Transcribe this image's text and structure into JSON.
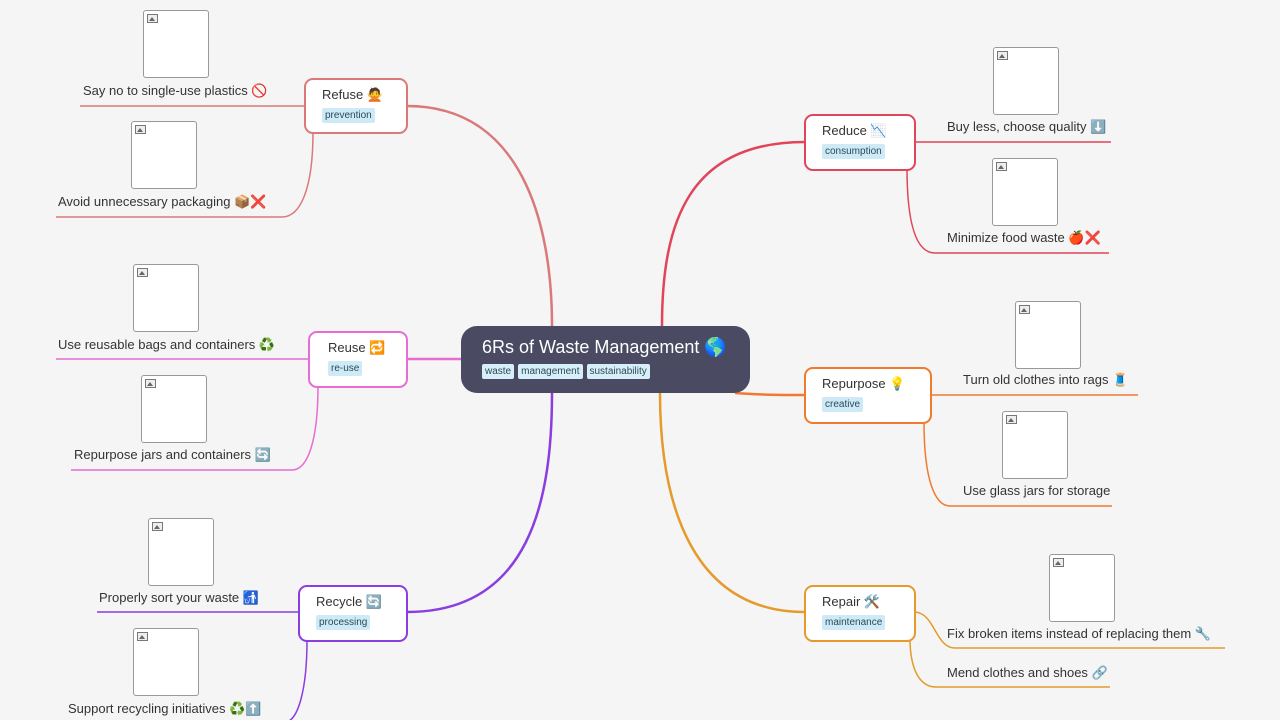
{
  "center": {
    "title": "6Rs of Waste Management 🌎",
    "tags": [
      "waste",
      "management",
      "sustainability"
    ]
  },
  "branches": [
    {
      "label": "Refuse 🙅",
      "tag": "prevention",
      "color": "#d9797a",
      "leaves": [
        "Say no to single-use plastics 🚫",
        "Avoid unnecessary packaging 📦❌"
      ]
    },
    {
      "label": "Reuse 🔁",
      "tag": "re-use",
      "color": "#e76dd3",
      "leaves": [
        "Use reusable bags and containers ♻️",
        "Repurpose jars and containers 🔄"
      ]
    },
    {
      "label": "Recycle 🔄",
      "tag": "processing",
      "color": "#8a3de0",
      "leaves": [
        "Properly sort your waste 🚮",
        "Support recycling initiatives ♻️⬆️"
      ]
    },
    {
      "label": "Reduce 📉",
      "tag": "consumption",
      "color": "#e0455a",
      "leaves": [
        "Buy less, choose quality ⬇️",
        "Minimize food waste 🍎❌"
      ]
    },
    {
      "label": "Repurpose 💡",
      "tag": "creative",
      "color": "#f07a2e",
      "leaves": [
        "Turn old clothes into rags 🧵",
        "Use glass jars for storage"
      ]
    },
    {
      "label": "Repair 🛠️",
      "tag": "maintenance",
      "color": "#e59a2b",
      "leaves": [
        "Fix broken items instead of replacing them 🔧",
        "Mend clothes and shoes 🔗"
      ]
    }
  ]
}
